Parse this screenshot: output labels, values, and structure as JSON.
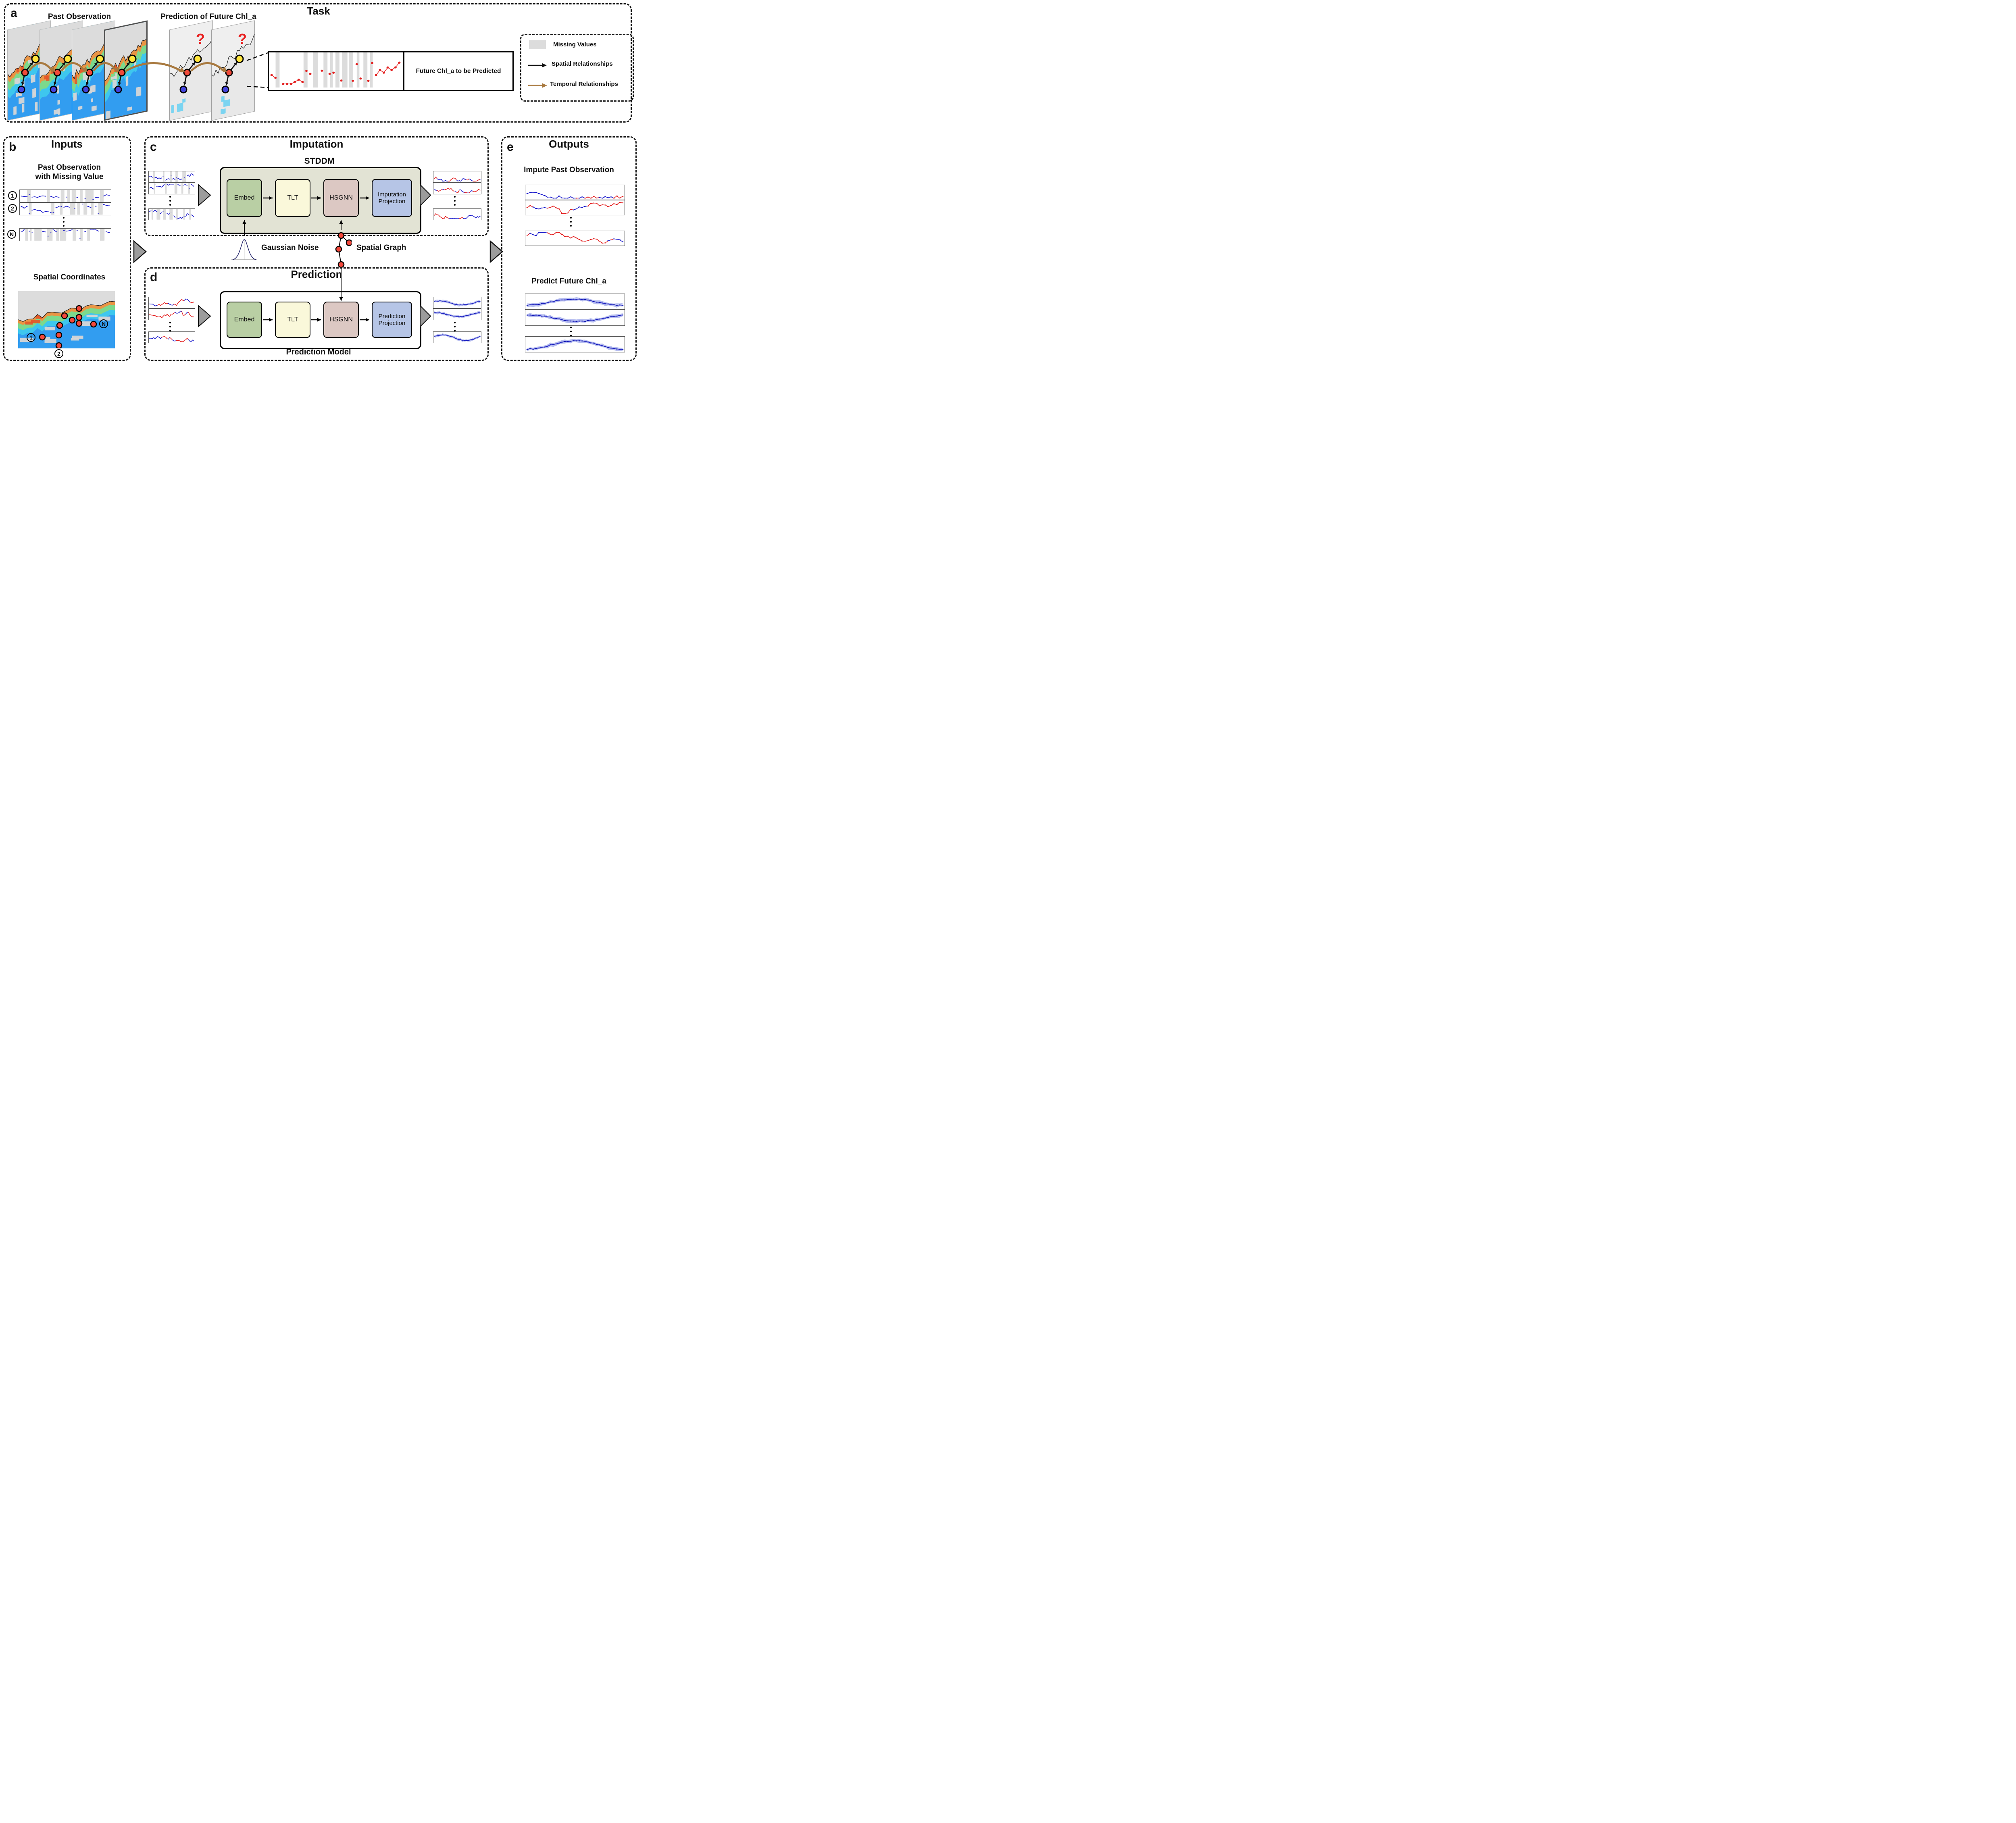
{
  "panel_a": {
    "label": "a",
    "title": "Task",
    "past_label": "Past Observation",
    "prediction_label": "Prediction of Future Chl_a",
    "question_mark": "?",
    "future_box_label": "Future Chl_a to be Predicted",
    "frames": [
      {
        "type": "past",
        "seed": 101
      },
      {
        "type": "past",
        "seed": 102
      },
      {
        "type": "past",
        "seed": 103
      },
      {
        "type": "past",
        "seed": 104,
        "highlight": true
      },
      {
        "type": "future",
        "seed": 105
      },
      {
        "type": "future",
        "seed": 106
      }
    ],
    "series": {
      "seed": 5,
      "style": "red-sparse",
      "bands": [
        [
          5,
          3
        ],
        [
          26,
          3
        ],
        [
          33,
          4
        ],
        [
          41,
          3
        ],
        [
          46,
          2
        ],
        [
          50,
          3
        ],
        [
          55,
          4
        ],
        [
          60,
          3
        ],
        [
          66,
          2
        ],
        [
          71,
          3
        ],
        [
          76,
          2
        ]
      ]
    },
    "legend": {
      "items": [
        {
          "marker": "missing-swatch",
          "label": "Missing Values",
          "color": "#dcdcdc"
        },
        {
          "marker": "black-arrow",
          "label": "Spatial Relationships",
          "color": "#111111"
        },
        {
          "marker": "brown-arrow",
          "label": "Temporal Relationships",
          "color": "#a8793f"
        }
      ]
    }
  },
  "panel_b": {
    "label": "b",
    "title": "Inputs",
    "observation_heading_line1": "Past Observation",
    "observation_heading_line2": "with Missing Value",
    "strips": [
      {
        "tag": "1",
        "seed": 11,
        "style": "blue",
        "bands": [
          [
            8,
            4
          ],
          [
            30,
            3
          ],
          [
            45,
            4
          ],
          [
            52,
            3
          ],
          [
            57,
            5
          ],
          [
            66,
            3
          ],
          [
            72,
            9
          ],
          [
            88,
            4
          ]
        ]
      },
      {
        "tag": "2",
        "seed": 12,
        "style": "blue",
        "bands": [
          [
            10,
            3
          ],
          [
            34,
            4
          ],
          [
            44,
            3
          ],
          [
            55,
            6
          ],
          [
            63,
            3
          ],
          [
            70,
            4
          ],
          [
            78,
            3
          ],
          [
            86,
            5
          ]
        ]
      },
      {
        "tag": "N",
        "seed": 13,
        "style": "blue",
        "bands": [
          [
            6,
            3
          ],
          [
            11,
            2
          ],
          [
            16,
            8
          ],
          [
            30,
            6
          ],
          [
            40,
            3
          ],
          [
            44,
            7
          ],
          [
            58,
            4
          ],
          [
            66,
            3
          ],
          [
            74,
            3
          ],
          [
            88,
            5
          ]
        ]
      }
    ],
    "coordinates_heading": "Spatial Coordinates",
    "map_seed": 99,
    "map_labels": {
      "first": "1",
      "second": "2",
      "nth": "N"
    }
  },
  "panel_c": {
    "label": "c",
    "title": "Imputation",
    "model_title": "STDDM",
    "blocks": [
      "Embed",
      "TLT",
      "HSGNN",
      "Imputation Projection"
    ],
    "input_strips": [
      {
        "seed": 21,
        "style": "blue",
        "bands": [
          [
            9,
            4
          ],
          [
            31,
            3
          ],
          [
            46,
            4
          ],
          [
            58,
            5
          ],
          [
            73,
            8
          ]
        ]
      },
      {
        "seed": 22,
        "style": "blue",
        "bands": [
          [
            11,
            3
          ],
          [
            35,
            4
          ],
          [
            56,
            6
          ],
          [
            71,
            4
          ],
          [
            85,
            5
          ]
        ]
      },
      {
        "seed": 23,
        "style": "blue",
        "bands": [
          [
            6,
            3
          ],
          [
            17,
            8
          ],
          [
            31,
            6
          ],
          [
            45,
            7
          ],
          [
            59,
            4
          ],
          [
            75,
            3
          ],
          [
            88,
            4
          ]
        ]
      }
    ],
    "output_strips": [
      {
        "seed": 31,
        "style": "mixed"
      },
      {
        "seed": 32,
        "style": "mixed"
      },
      {
        "seed": 33,
        "style": "mixed"
      }
    ]
  },
  "middle": {
    "gaussian_label": "Gaussian Noise",
    "graph_label": "Spatial Graph"
  },
  "panel_d": {
    "label": "d",
    "title": "Prediction",
    "caption": "Prediction Model",
    "blocks": [
      "Embed",
      "TLT",
      "HSGNN",
      "Prediction Projection"
    ],
    "input_strips": [
      {
        "seed": 41,
        "style": "mixed"
      },
      {
        "seed": 42,
        "style": "mixed"
      },
      {
        "seed": 43,
        "style": "mixed"
      }
    ],
    "output_strips": [
      {
        "seed": 51,
        "style": "smooth"
      },
      {
        "seed": 52,
        "style": "smooth"
      },
      {
        "seed": 53,
        "style": "smooth"
      }
    ]
  },
  "panel_e": {
    "label": "e",
    "title": "Outputs",
    "impute_heading": "Impute Past Observation",
    "predict_heading": "Predict Future Chl_a",
    "impute_strips": [
      {
        "seed": 61,
        "style": "mixed"
      },
      {
        "seed": 62,
        "style": "mixed"
      },
      {
        "seed": 63,
        "style": "mixed"
      }
    ],
    "predict_strips": [
      {
        "seed": 71,
        "style": "smooth"
      },
      {
        "seed": 72,
        "style": "smooth"
      },
      {
        "seed": 73,
        "style": "smooth"
      }
    ]
  },
  "colors": {
    "temporal_arrow": "#a8793f",
    "spatial_arrow": "#111111",
    "missing_fill": "#dcdcdc",
    "stddm_bg": "#e2e3d4",
    "embed_bg": "#b9cfa4",
    "tlt_bg": "#faf8da",
    "hsgnn_bg": "#dcc8c3",
    "projection_bg": "#b6c5e6",
    "observed_line": "#1a1acc",
    "missing_line": "#e32020",
    "prediction_band": "#aab3ed",
    "node_red": "#f04a3a",
    "node_yellow": "#ffe43c",
    "node_blue": "#4343dc",
    "gray_triangle": "#9c9c9c"
  }
}
